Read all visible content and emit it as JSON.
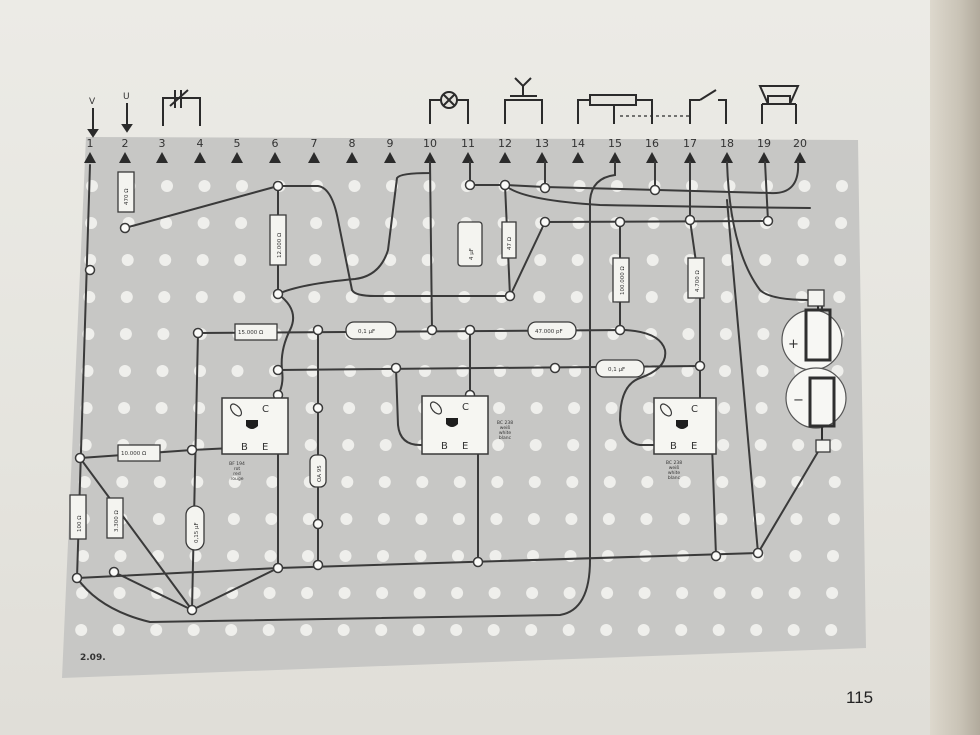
{
  "figure": {
    "id_label": "2.09.",
    "page_number": "115",
    "terminal_numbers": [
      "1",
      "2",
      "3",
      "4",
      "5",
      "6",
      "7",
      "8",
      "9",
      "10",
      "11",
      "12",
      "13",
      "14",
      "15",
      "16",
      "17",
      "18",
      "19",
      "20"
    ],
    "supply_symbols": [
      "V",
      "U"
    ],
    "components": {
      "r1": "470 Ω",
      "r2": "12.000 Ω",
      "c1": "4 µF",
      "r3": "47 Ω",
      "r4": "15.000 Ω",
      "c2": "0,1 µF",
      "c3": "47.000 pF",
      "r5": "100.000 Ω",
      "r6": "4.700 Ω",
      "c4": "0,1 µF",
      "r7": "10.000 Ω",
      "r8": "100 Ω",
      "r9": "3.300 Ω",
      "c5": "0,15 µF",
      "diode": "OA 95"
    },
    "transistors": [
      {
        "pins": [
          "C",
          "B",
          "E"
        ],
        "caption": [
          "BF 194",
          "rot",
          "red",
          "rouge"
        ]
      },
      {
        "pins": [
          "C",
          "B",
          "E"
        ],
        "caption": [
          "BC 238",
          "weiß",
          "white",
          "blanc"
        ]
      },
      {
        "pins": [
          "C",
          "B",
          "E"
        ],
        "caption": [
          "BC 238",
          "weiß",
          "white",
          "blanc"
        ]
      }
    ],
    "battery_signs": [
      "+",
      "−"
    ]
  }
}
